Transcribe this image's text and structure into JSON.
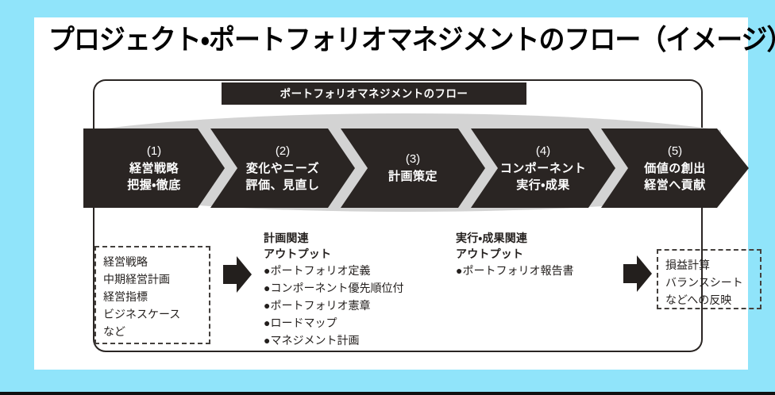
{
  "page": {
    "title": "プロジェクト・ポートフォリオマネジメントのフロー（イメージ）",
    "background_color": "#90e4fa",
    "panel_color": "#ffffff",
    "ink_color": "#2a2523"
  },
  "loop": {
    "banner_label": "ポートフォリオマネジメントのフロー"
  },
  "flow": {
    "steps": [
      {
        "num": "(1)",
        "line1": "経営戦略",
        "line2": "把握・徹底"
      },
      {
        "num": "(2)",
        "line1": "変化やニーズ",
        "line2": "評価、見直し"
      },
      {
        "num": "(3)",
        "line1": "計画策定",
        "line2": ""
      },
      {
        "num": "(4)",
        "line1": "コンポーネント",
        "line2": "実行・成果"
      },
      {
        "num": "(5)",
        "line1": "価値の創出",
        "line2": "経営へ貢献"
      }
    ]
  },
  "inputs_box": {
    "lines": [
      "経営戦略",
      "中期経営計画",
      "経営指標",
      "ビジネスケース",
      "など"
    ]
  },
  "plan_outputs": {
    "heading_line1": "計画関連",
    "heading_line2": "アウトプット",
    "items": [
      "●ポートフォリオ定義",
      "●コンポーネント優先順位付",
      "●ポートフォリオ憲章",
      "●ロードマップ",
      "●マネジメント計画"
    ]
  },
  "exec_outputs": {
    "heading_line1": "実行・成果関連",
    "heading_line2": "アウトプット",
    "items": [
      "●ポートフォリオ報告書"
    ]
  },
  "results_box": {
    "lines": [
      "損益計算",
      "バランスシート",
      "などへの反映"
    ]
  },
  "arrows": {
    "arrow_1_name": "inputs-to-plan-arrow",
    "arrow_2_name": "exec-to-results-arrow"
  }
}
